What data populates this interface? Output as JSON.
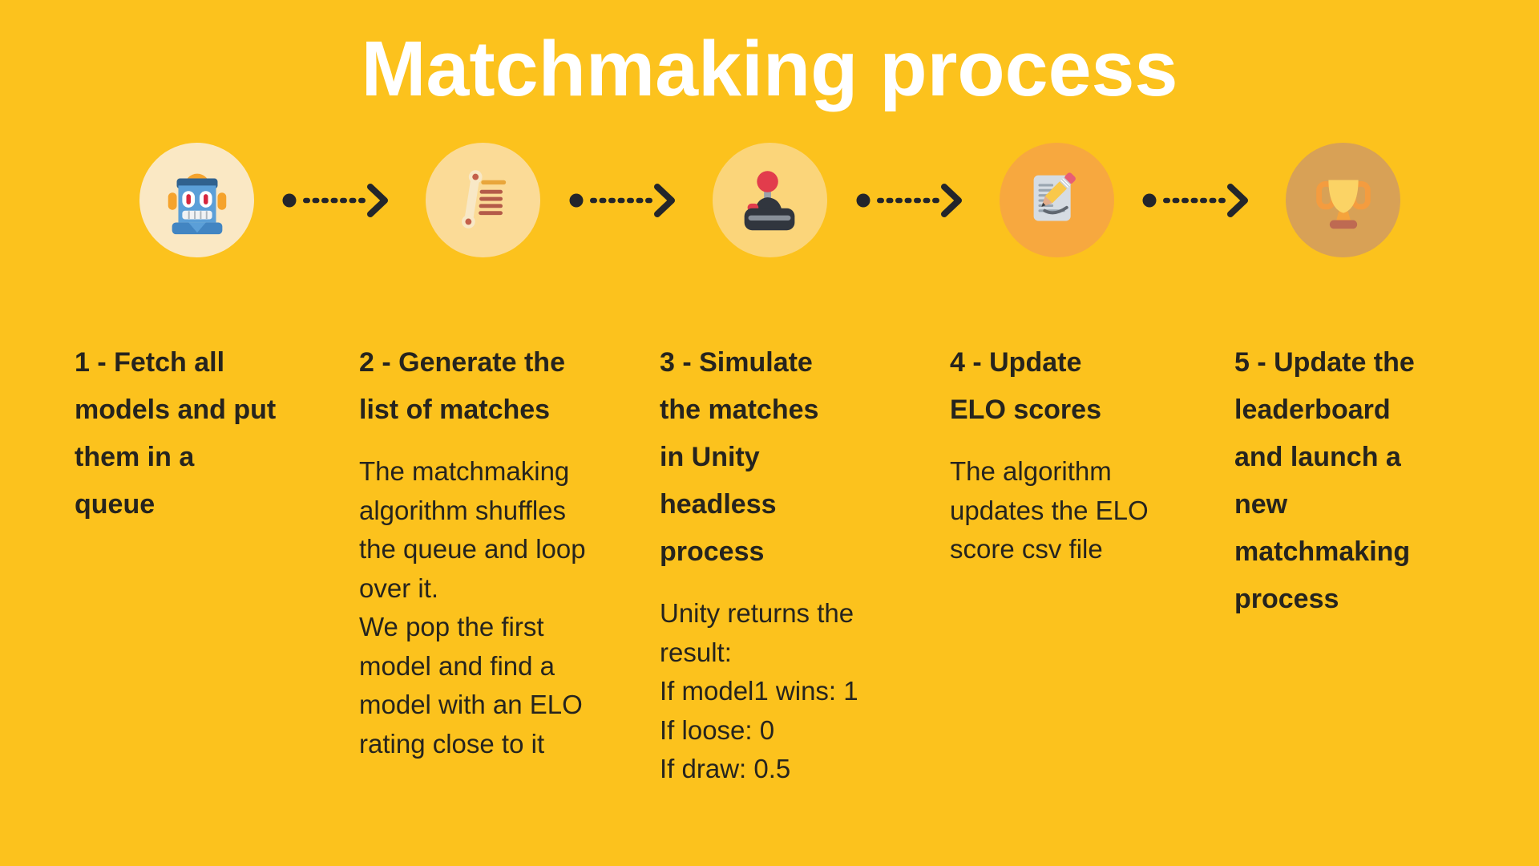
{
  "page": {
    "background_color": "#FCC21D",
    "text_color": "#26241E",
    "arrow_color": "#23252B",
    "title_color": "#FFFFFF"
  },
  "title": "Matchmaking process",
  "steps": [
    {
      "icon": "robot-icon",
      "circle_color": "#FAE8C4",
      "heading": "1 - Fetch all\nmodels and put\nthem in a\nqueue",
      "body": ""
    },
    {
      "icon": "scroll-list-icon",
      "circle_color": "#FBDB97",
      "heading": "2 - Generate the\nlist of matches",
      "body": "The matchmaking\nalgorithm shuffles\nthe queue and loop\nover it.\nWe pop the first\nmodel and find a\nmodel with an ELO\nrating close to it"
    },
    {
      "icon": "joystick-icon",
      "circle_color": "#FBD57A",
      "heading": "3 - Simulate\nthe matches\nin Unity\nheadless\nprocess",
      "body": "Unity returns the\nresult:\nIf model1 wins: 1\nIf loose: 0\nIf draw: 0.5"
    },
    {
      "icon": "memo-pencil-icon",
      "circle_color": "#F7A83F",
      "heading": "4 - Update\nELO scores",
      "body": "The algorithm\nupdates the ELO\nscore csv file"
    },
    {
      "icon": "trophy-icon",
      "circle_color": "#D8A156",
      "heading": "5 - Update the\nleaderboard\nand launch a\nnew\nmatchmaking\nprocess",
      "body": ""
    }
  ]
}
